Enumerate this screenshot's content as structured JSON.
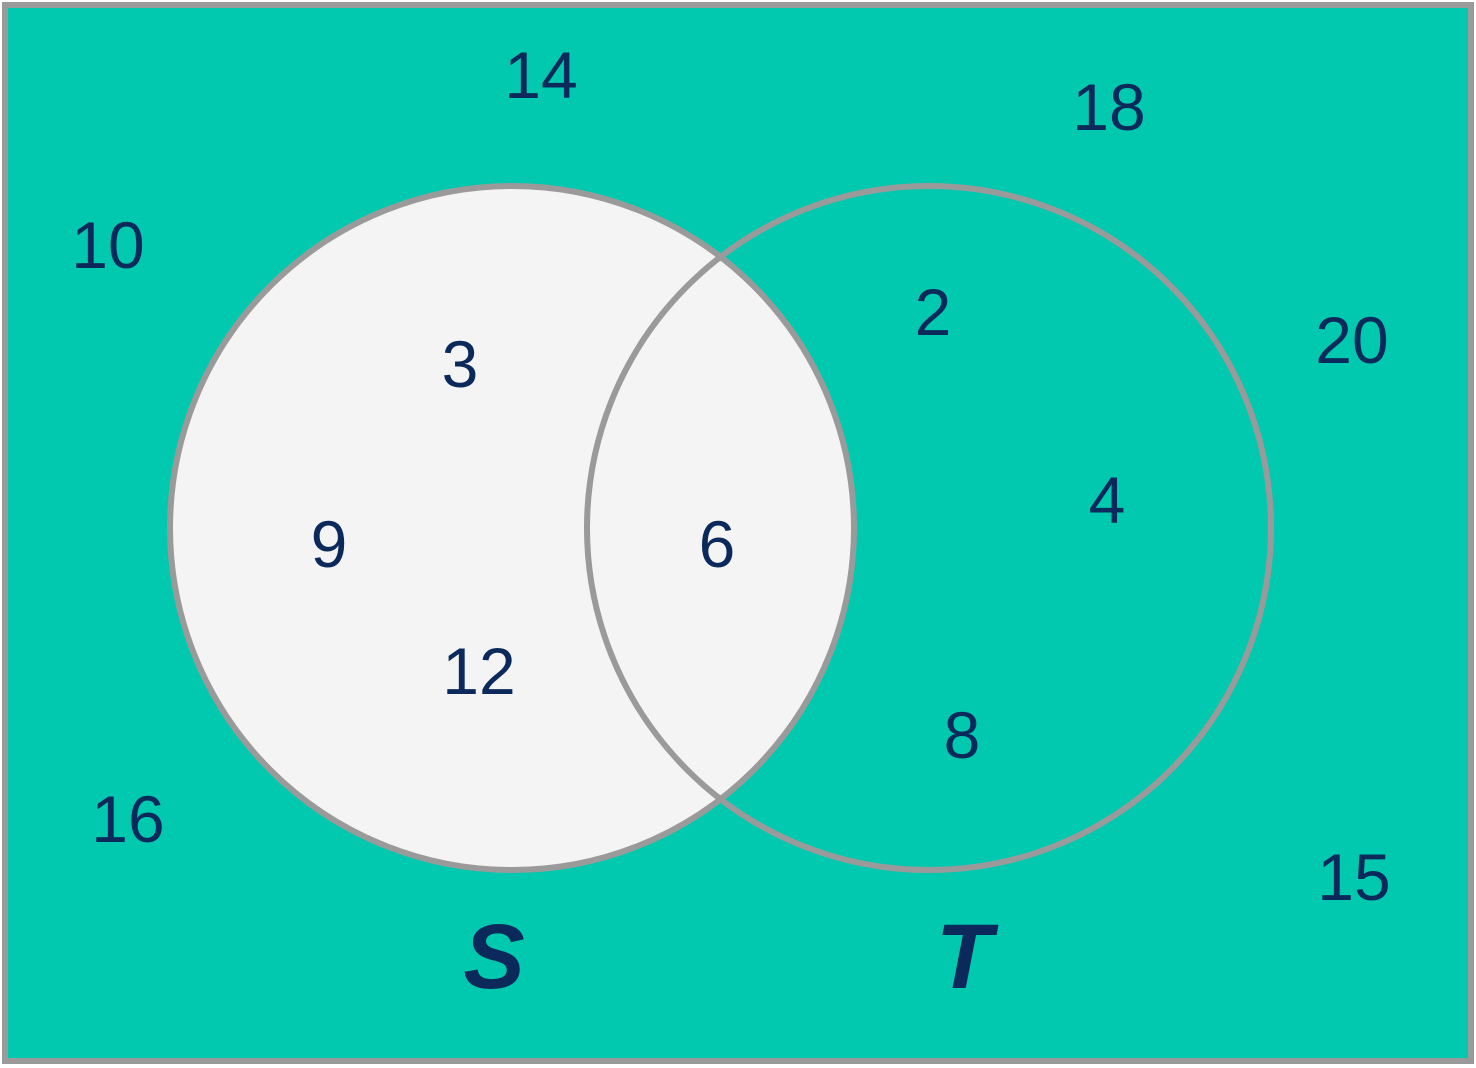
{
  "colors": {
    "background": "#00c9af",
    "shaded_set": "#f4f4f4",
    "outline": "#9a9a9a",
    "text": "#0b2a5b"
  },
  "sets": {
    "S": {
      "label": "S",
      "shaded": true
    },
    "T": {
      "label": "T",
      "shaded": false
    }
  },
  "elements": {
    "outside": [
      "14",
      "18",
      "10",
      "20",
      "16",
      "15"
    ],
    "s_only": [
      "3",
      "9",
      "12"
    ],
    "s_and_t": [
      "6"
    ],
    "t_only": [
      "2",
      "4",
      "8"
    ]
  }
}
